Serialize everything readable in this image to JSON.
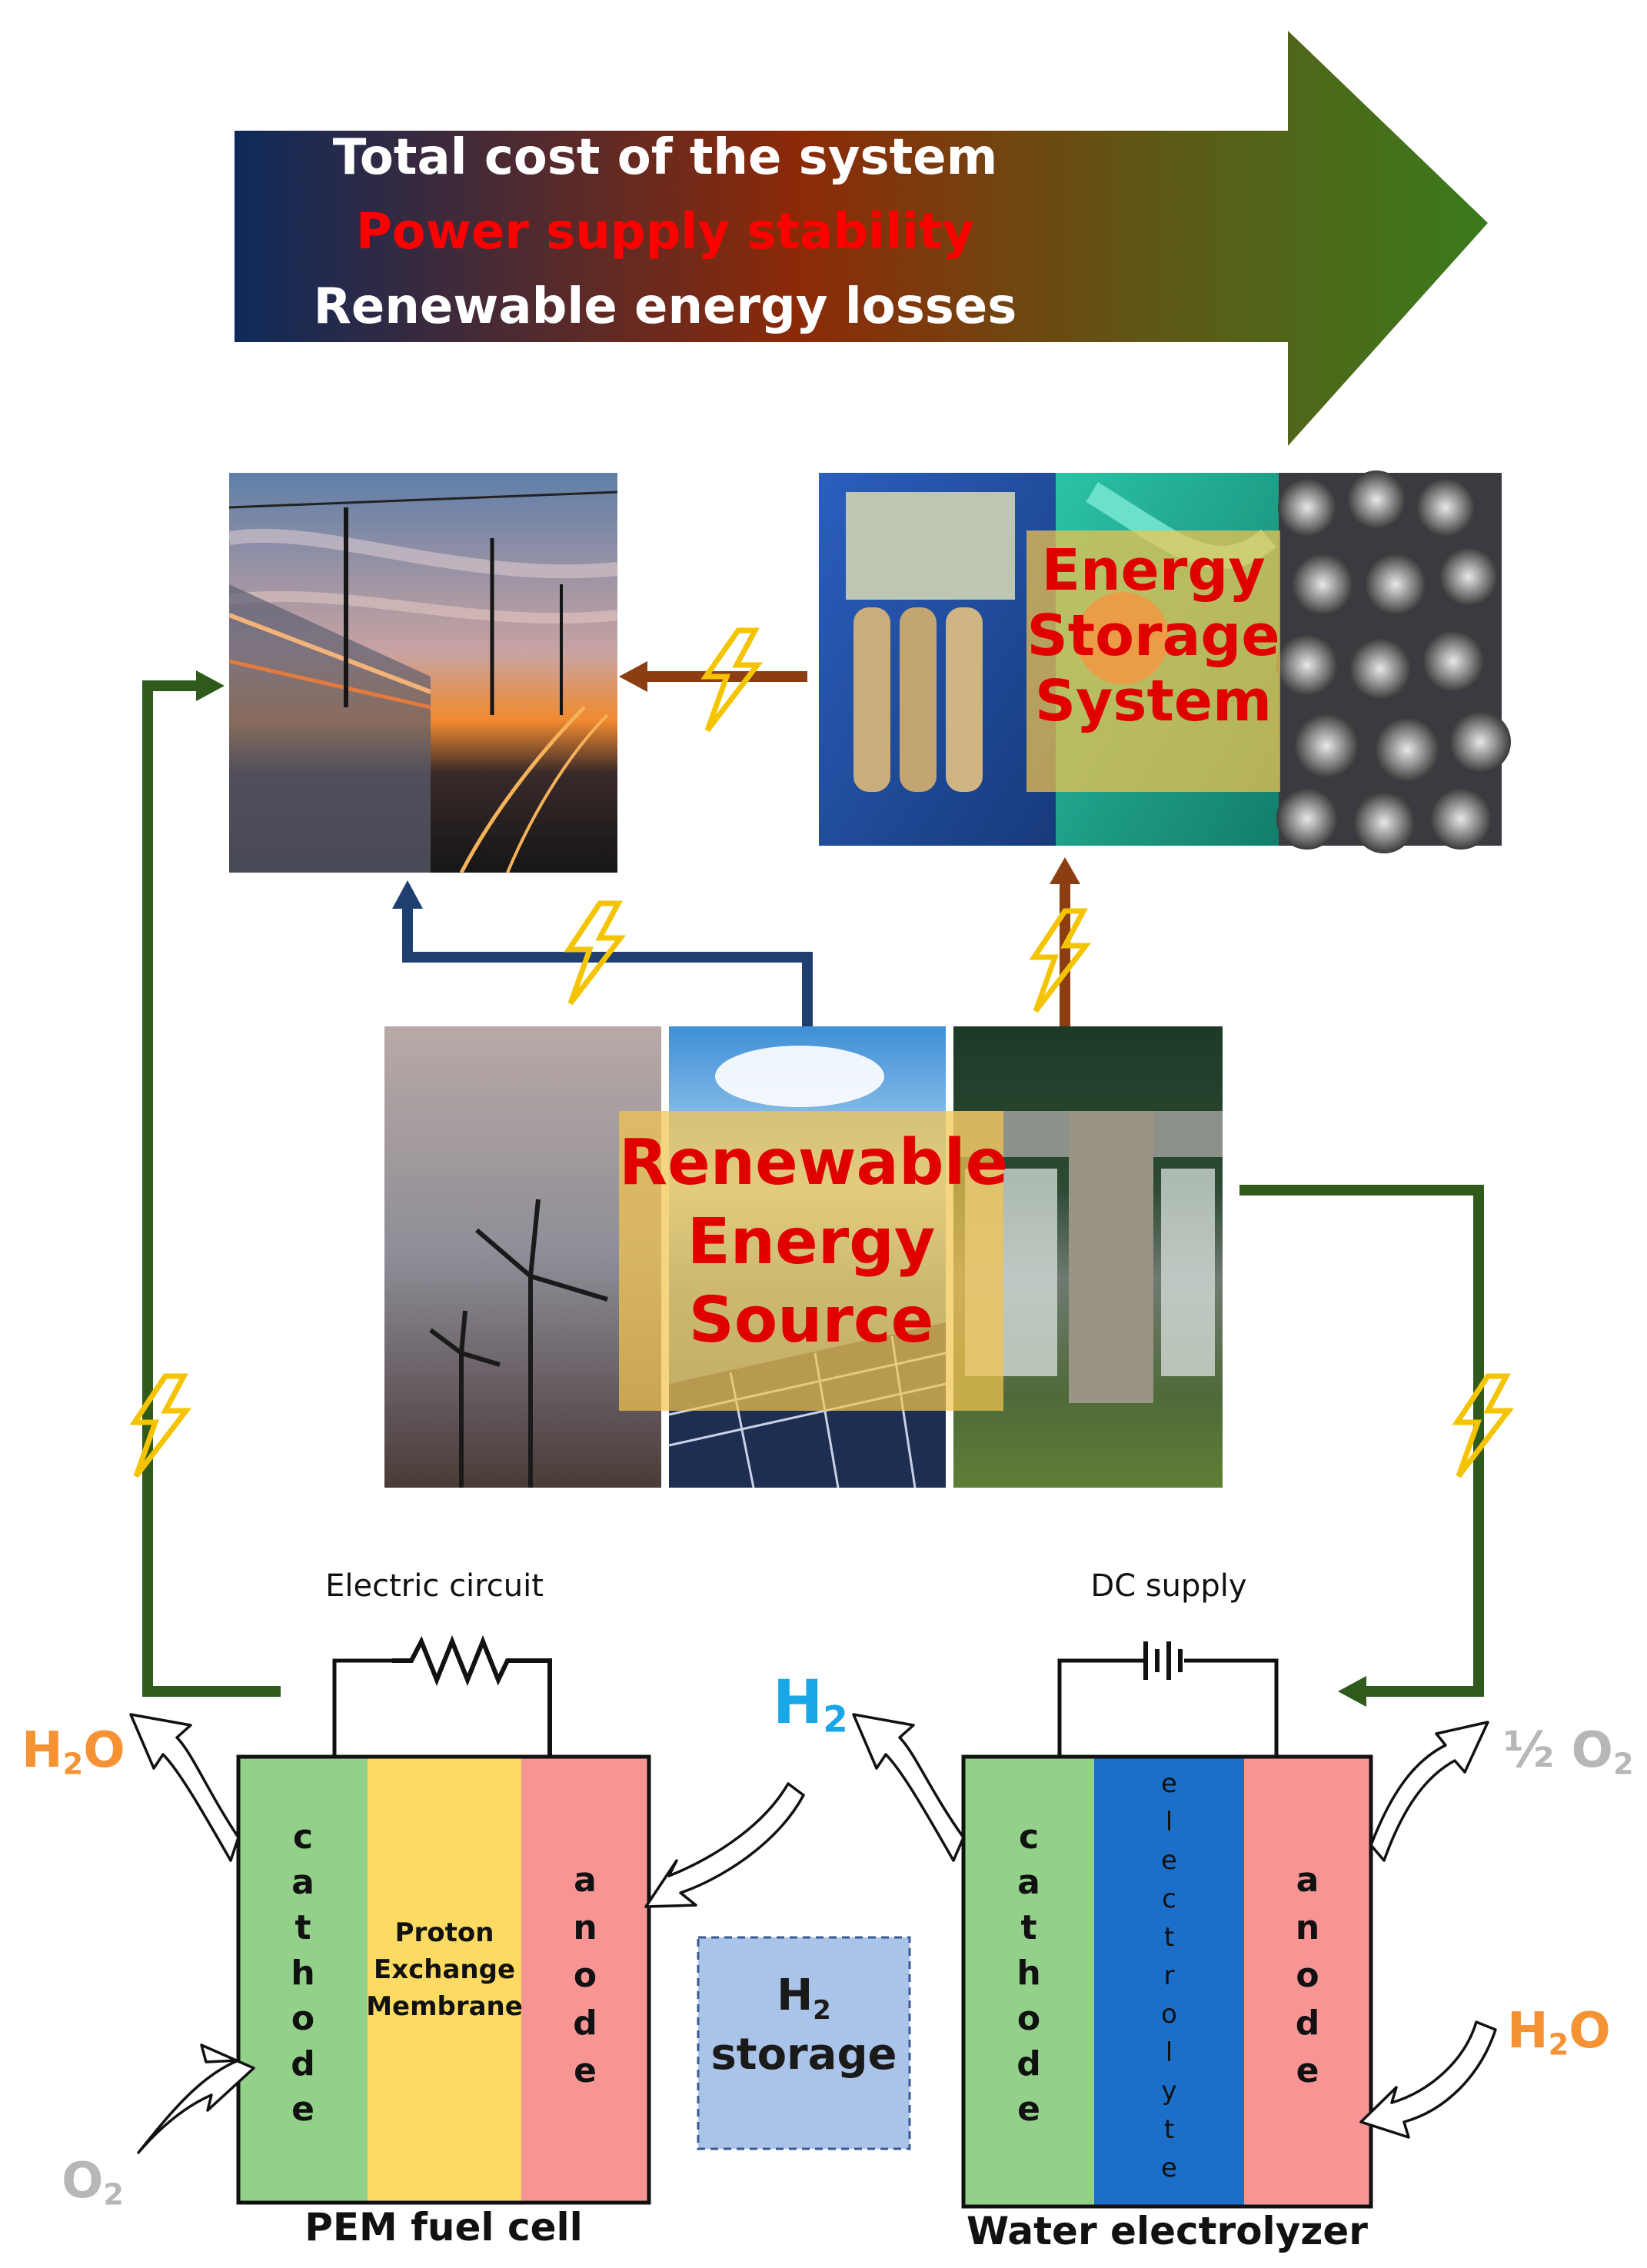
{
  "banner": {
    "line1": "Total cost of the system",
    "line2": "Power supply stability",
    "line3": "Renewable energy losses",
    "line1_color": "#ffffff",
    "line2_color": "#ff0000",
    "line3_color": "#ffffff"
  },
  "ess": {
    "line1": "Energy",
    "line2": "Storage",
    "line3": "System"
  },
  "res": {
    "line1": "Renewable",
    "line2": "Energy",
    "line3": "Source"
  },
  "fuel_cell": {
    "cathode": [
      "c",
      "a",
      "t",
      "h",
      "o",
      "d",
      "e"
    ],
    "anode": [
      "a",
      "n",
      "o",
      "d",
      "e"
    ],
    "membrane": [
      "Proton",
      "Exchange",
      "Membrane"
    ],
    "caption": "PEM fuel cell",
    "circuit_label": "Electric circuit"
  },
  "electrolyzer": {
    "cathode": [
      "c",
      "a",
      "t",
      "h",
      "o",
      "d",
      "e"
    ],
    "electrolyte": [
      "e",
      "l",
      "e",
      "c",
      "t",
      "r",
      "o",
      "l",
      "y",
      "t",
      "e"
    ],
    "anode": [
      "a",
      "n",
      "o",
      "d",
      "e"
    ],
    "caption": "Water electrolyzer",
    "supply_label": "DC supply"
  },
  "storage": {
    "h": "H",
    "sub": "2",
    "label": "storage"
  },
  "chemicals": {
    "h2o_left": {
      "main": "H",
      "sub": "2",
      "tail": "O"
    },
    "o2_left": {
      "main": "O",
      "sub": "2"
    },
    "h2_mid": {
      "main": "H",
      "sub": "2"
    },
    "half_o2": {
      "main": "½ O",
      "sub": "2"
    },
    "h2o_right": {
      "main": "H",
      "sub": "2",
      "tail": "O"
    }
  },
  "colors": {
    "green_line": "#2f5a1c",
    "blue_line": "#1f3f6e",
    "brown_line": "#8a3e12",
    "lightning": "#f5c400",
    "cathode": "#93d18a",
    "membrane": "#fddb62",
    "anode": "#f79494",
    "electrolyte": "#1b6fc8",
    "storage": "#a9c4e8",
    "orange_text": "#f59233",
    "grey_text": "#b7b7b7",
    "h2_blue": "#1aa7e8",
    "overlay": "#f3c54f"
  },
  "icons": [
    "lightning-icon",
    "resistor-icon",
    "battery-icon",
    "curved-arrow-icon"
  ]
}
